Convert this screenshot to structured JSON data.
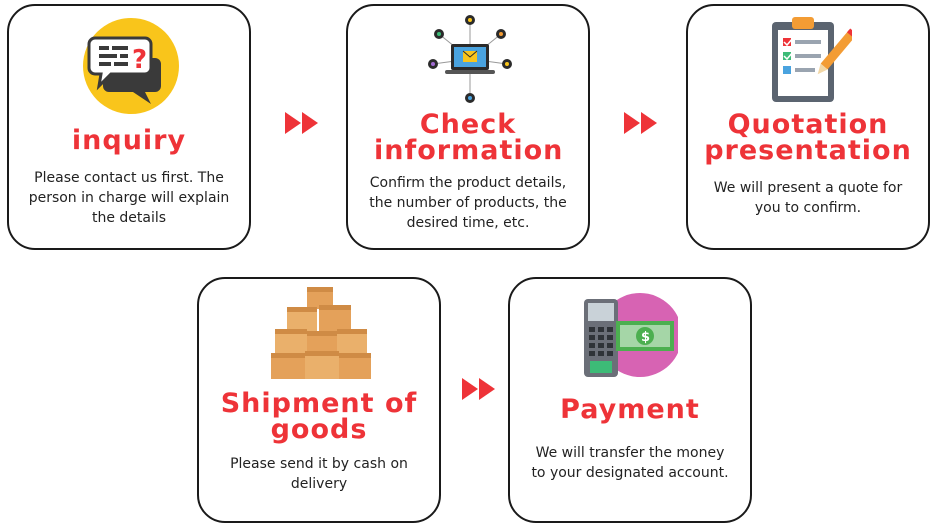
{
  "steps": [
    {
      "title": "inquiry",
      "description": "Please contact us first. The person in charge will explain the details",
      "icon": "chat-question-icon"
    },
    {
      "title": "Check information",
      "description": "Confirm the product details, the number of products, the desired time, etc.",
      "icon": "laptop-mail-network-icon"
    },
    {
      "title": "Quotation presentation",
      "description": "We will present a quote for you to confirm.",
      "icon": "clipboard-checklist-icon"
    },
    {
      "title": "Shipment of goods",
      "description": "Please send it by cash on delivery",
      "icon": "cardboard-boxes-icon"
    },
    {
      "title": "Payment",
      "description": "We will transfer the money to your designated account.",
      "icon": "card-terminal-cash-icon"
    }
  ],
  "colors": {
    "accent": "#ee3338",
    "text": "#222222",
    "border": "#1a1a1a"
  },
  "connector_icon": "double-play-arrow-icon"
}
